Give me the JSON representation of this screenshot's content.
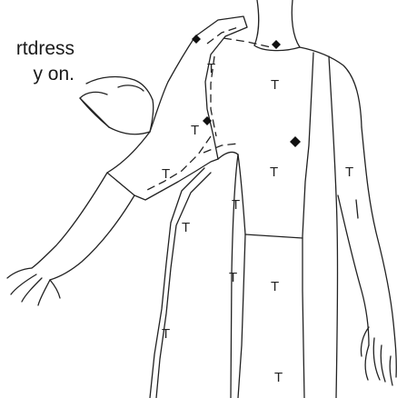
{
  "caption": {
    "line1": "rtdress",
    "line2": "y on."
  },
  "grain_mark": "T",
  "colors": {
    "line": "#222222",
    "background": "#ffffff"
  }
}
